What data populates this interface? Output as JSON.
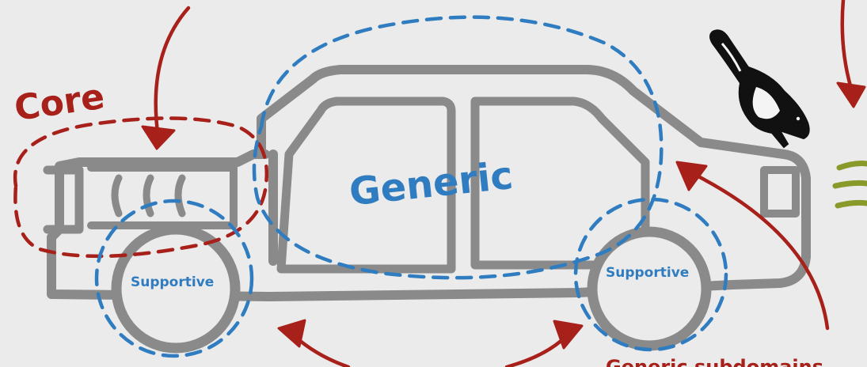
{
  "labels": {
    "core": "Core",
    "generic": "Generic",
    "supportive_left": "Supportive",
    "supportive_right": "Supportive",
    "bottom_caption": "Generic subdomains"
  },
  "colors": {
    "background": "#ebebeb",
    "car_body": "#8a8a8a",
    "core_red": "#a8201a",
    "generic_blue": "#2f7dc0",
    "accent_green": "#8a9a2a",
    "bird_dark": "#111111"
  },
  "icons": {
    "vehicle": "pickup-truck-outline-icon",
    "bird": "magpie-bird-icon",
    "motion_lines": "motion-lines-icon",
    "arrows": "hand-drawn-arrow-icon"
  }
}
